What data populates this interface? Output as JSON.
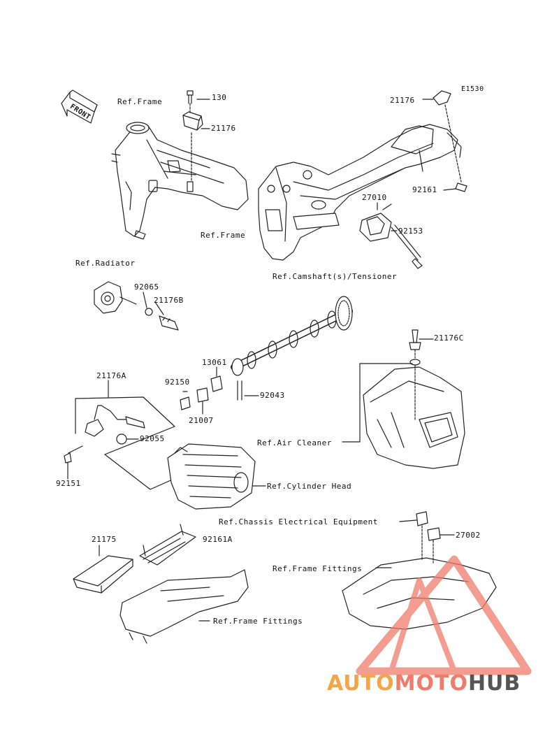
{
  "diagram_code": "E1530",
  "front_label": "FRONT",
  "labels": {
    "p130": "130",
    "p21176_top": "21176",
    "ref_frame_1": "Ref.Frame",
    "p21176_right": "21176",
    "p27010": "27010",
    "p92161": "92161",
    "p92153": "92153",
    "ref_frame_2": "Ref.Frame",
    "ref_radiator": "Ref.Radiator",
    "ref_camshaft": "Ref.Camshaft(s)/Tensioner",
    "p92065": "92065",
    "p21176b": "21176B",
    "p21176c": "21176C",
    "p13061": "13061",
    "p21176a": "21176A",
    "p92150": "92150",
    "p92043": "92043",
    "p21007": "21007",
    "p92055": "92055",
    "ref_air_cleaner": "Ref.Air Cleaner",
    "p92151": "92151",
    "ref_cylinder_head": "Ref.Cylinder Head",
    "ref_chassis": "Ref.Chassis Electrical Equipment",
    "p21175": "21175",
    "p92161a": "92161A",
    "p27002": "27002",
    "ref_frame_fittings_1": "Ref.Frame Fittings",
    "ref_frame_fittings_2": "Ref.Frame Fittings"
  },
  "watermark": {
    "part1": "AUTO",
    "part2": "MOTO",
    "part3": "HUB",
    "color_red": "#ef7d6b",
    "color_orange": "#f2a64a",
    "color_gray": "#555555"
  }
}
